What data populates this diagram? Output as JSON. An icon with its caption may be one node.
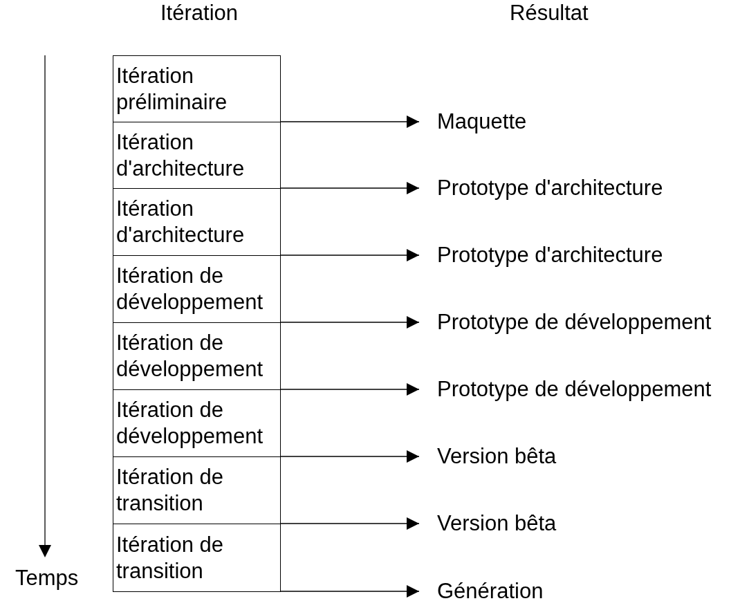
{
  "diagram": {
    "nodes": [
      {
        "text": [
          "Itération préliminaire"
        ]
      },
      {
        "text": [
          "Itération d'architecture"
        ]
      },
      {
        "text": [
          "Itération d'architecture"
        ]
      },
      {
        "text": [
          "Itération de développement"
        ]
      },
      {
        "text": [
          "Itération de développement"
        ]
      },
      {
        "text": [
          "Itération de développement"
        ]
      },
      {
        "text": [
          "Itération de transition"
        ]
      },
      {
        "text": [
          "Itération de transition"
        ]
      },
      {
        "text": [
          "Maquette"
        ]
      },
      {
        "text": [
          "Prototype d'architecture"
        ]
      },
      {
        "text": [
          "Prototype d'architecture"
        ]
      },
      {
        "text": [
          "Prototype de développement"
        ]
      },
      {
        "text": [
          "Prototype de développement"
        ]
      },
      {
        "text": [
          "Version bêta"
        ]
      },
      {
        "text": [
          "Version bêta"
        ]
      },
      {
        "text": [
          "Génération"
        ]
      }
    ],
    "edges": [
      {
        "from": 0,
        "to": 8,
        "arrow": "to"
      },
      {
        "from": 1,
        "to": 9,
        "arrow": "to"
      },
      {
        "from": 2,
        "to": 10,
        "arrow": "to"
      },
      {
        "from": 3,
        "to": 11,
        "arrow": "to"
      },
      {
        "from": 4,
        "to": 12,
        "arrow": "to"
      },
      {
        "from": 5,
        "to": 13,
        "arrow": "to"
      },
      {
        "from": 6,
        "to": 14,
        "arrow": "to"
      },
      {
        "from": 7,
        "to": 15,
        "arrow": "to"
      }
    ],
    "labels": [
      "Itération",
      "Résultat",
      "Temps"
    ]
  }
}
